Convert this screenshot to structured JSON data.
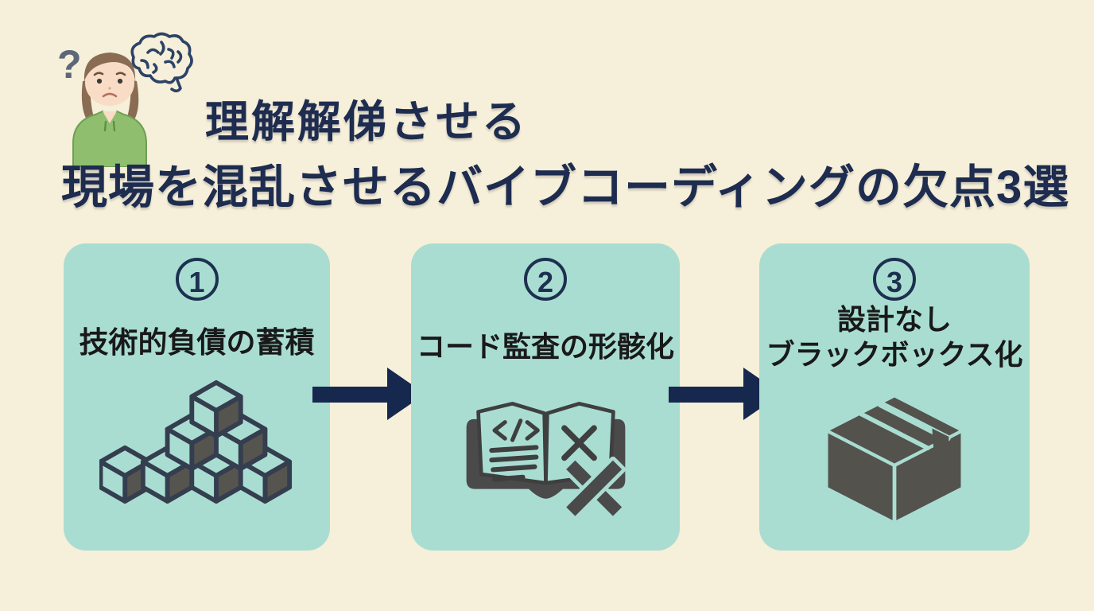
{
  "title": {
    "line1": "理解解俤させる",
    "line2": "現場を混乱させるバイブコーディングの欠点3選"
  },
  "illustration": {
    "question_mark": "?",
    "description": "confused woman in green hoodie with brain doodle"
  },
  "cards": [
    {
      "number": "1",
      "label": "技術的負債の蓄積",
      "icon": "stacked-cubes"
    },
    {
      "number": "2",
      "label": "コード監査の形骸化",
      "icon": "open-book-with-x"
    },
    {
      "number": "3",
      "label_lines": [
        "設計なし",
        "ブラックボックス化"
      ],
      "icon": "sealed-black-box"
    }
  ],
  "colors": {
    "background": "#f6efd9",
    "card_mint": "#a9ddd2",
    "title_navy": "#1d2c4f",
    "arrow_navy": "#16284e",
    "icon_gray": "#514f4a",
    "cube_outline": "#343e4e",
    "card_text": "#191919"
  }
}
